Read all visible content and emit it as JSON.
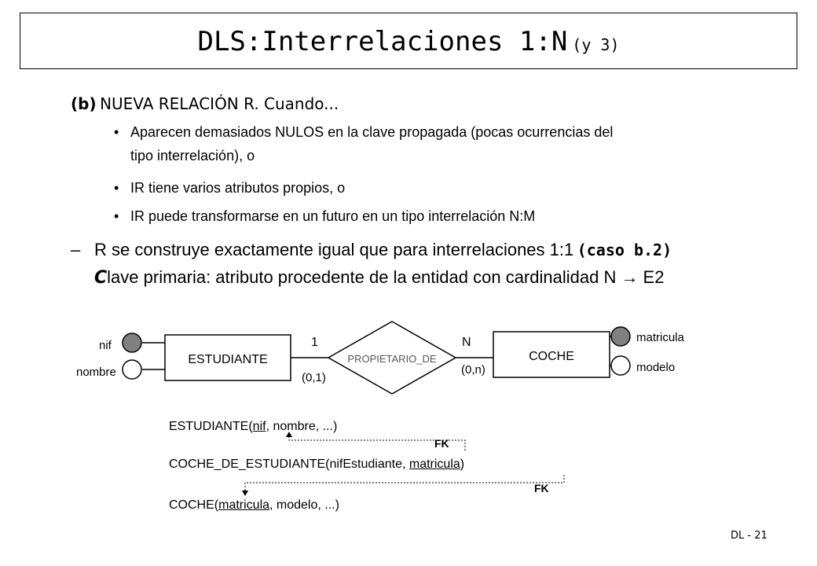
{
  "title": {
    "main": "DLS:Interrelaciones 1:N",
    "sub": "(y 3)"
  },
  "section": {
    "label": "(b)",
    "text": "NUEVA RELACIÓN R. Cuando..."
  },
  "bullets": [
    {
      "line1": "Aparecen demasiados NULOS en la clave propagada (pocas ocurrencias del",
      "line2": "tipo interrelación), o"
    },
    {
      "line1": "IR tiene varios atributos propios, o"
    },
    {
      "line1": "IR puede transformarse en un futuro en un tipo interrelación N:M"
    }
  ],
  "dash": {
    "marker": "–",
    "line1_text": "R se construye exactamente igual que para interrelaciones 1:1",
    "line1_bold": "(caso b.2)",
    "line2_big": "C",
    "line2_text": "lave primaria: atributo procedente de la entidad con cardinalidad N → E2"
  },
  "er": {
    "entity_left": "ESTUDIANTE",
    "entity_right": "COCHE",
    "relationship": "PROPIETARIO_DE",
    "card_left_top": "1",
    "card_left_bottom": "(0,1)",
    "card_right_top": "N",
    "card_right_bottom": "(0,n)",
    "attrs_left": [
      {
        "name": "nif",
        "key": true
      },
      {
        "name": "nombre",
        "key": false
      }
    ],
    "attrs_right": [
      {
        "name": "matricula",
        "key": true
      },
      {
        "name": "modelo",
        "key": false
      }
    ],
    "key_fill": "#808080"
  },
  "schema": {
    "rel1": {
      "name": "ESTUDIANTE(",
      "key": "nif",
      "rest": ", nombre, ...)"
    },
    "fk1": "FK",
    "rel2": {
      "name": "COCHE_DE_ESTUDIANTE(nifEstudiante, ",
      "key": "matricula",
      "rest": ")"
    },
    "fk2": "FK",
    "rel3": {
      "name": "COCHE(",
      "key": "matricula",
      "rest": ", modelo, ...)"
    }
  },
  "footer": "DL - 21"
}
